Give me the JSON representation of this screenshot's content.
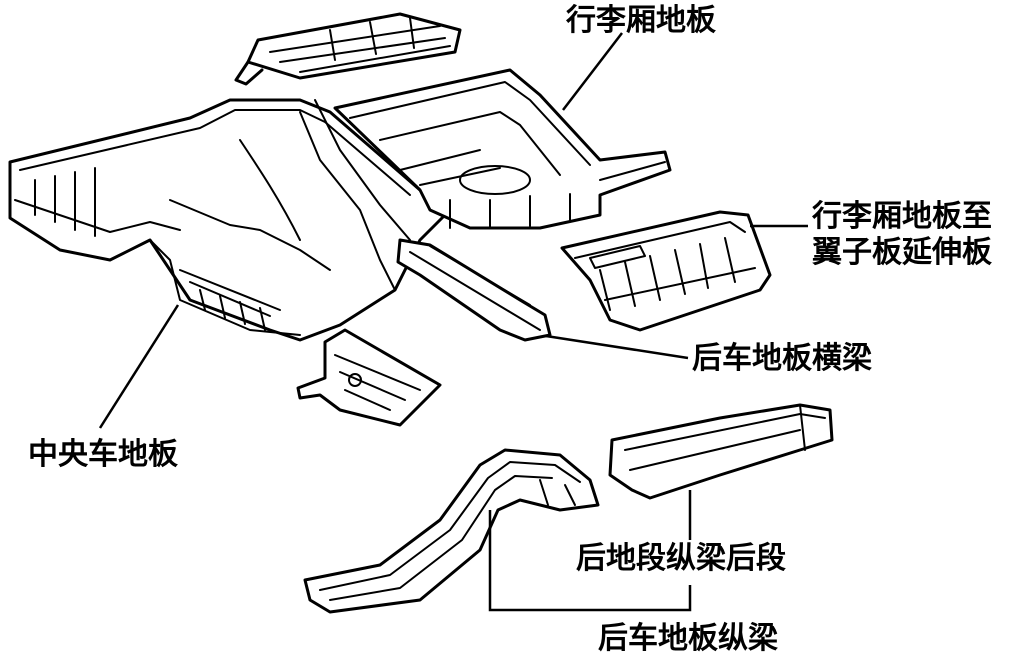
{
  "labels": {
    "trunk_floor": "行李厢地板",
    "trunk_to_fender_line1": "行李厢地板至",
    "trunk_to_fender_line2": "翼子板延伸板",
    "rear_floor_crossmember": "后车地板横梁",
    "center_floor": "中央车地板",
    "rear_side_member_rear": "后地段纵梁后段",
    "rear_floor_side_member": "后车地板纵梁"
  }
}
